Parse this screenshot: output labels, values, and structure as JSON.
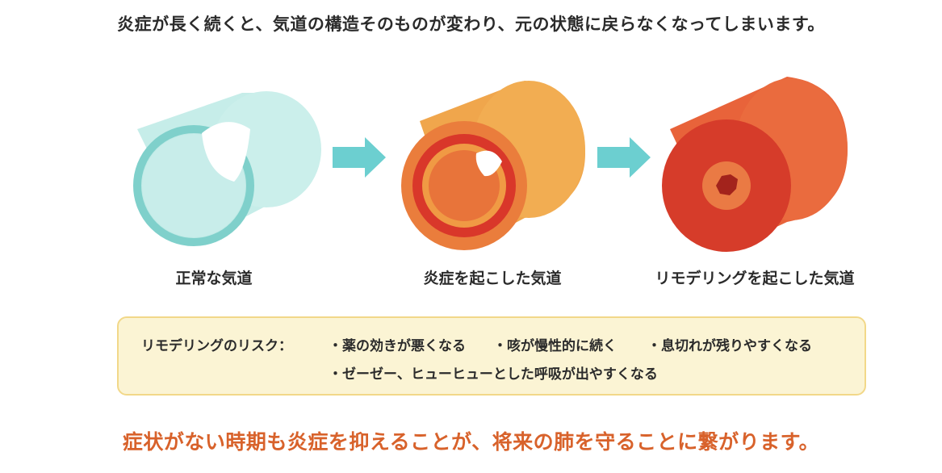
{
  "headline": "炎症が長く続くと、気道の構造そのものが変わり、元の状態に戻らなくなってしまいます。",
  "stages": [
    {
      "label": "正常な気道",
      "icon": "normal-airway-tube"
    },
    {
      "label": "炎症を起こした気道",
      "icon": "inflamed-airway-tube"
    },
    {
      "label": "リモデリングを起こした気道",
      "icon": "remodeled-airway-tube"
    }
  ],
  "arrows": [
    "arrow-right-icon",
    "arrow-right-icon"
  ],
  "risk": {
    "title": "リモデリングのリスク：",
    "items": [
      "・薬の効きが悪くなる",
      "・咳が慢性的に続く",
      "・息切れが残りやすくなる",
      "・ゼーゼー、ヒューヒューとした呼吸が出やすくなる"
    ]
  },
  "footer": "症状がない時期も炎症を抑えることが、将来の肺を守ることに繋がります。",
  "colors": {
    "normal": "#bfeae6",
    "normal_ring": "#7fd0cb",
    "inflamed_body": "#f0a64c",
    "inflamed_ring": "#e05a32",
    "remodeled_body": "#e8633a",
    "remodeled_face": "#d63c2a",
    "arrow": "#6ccfd0",
    "footer_text": "#d8622b",
    "risk_bg": "#fbf4d4",
    "risk_border": "#f2d889"
  }
}
